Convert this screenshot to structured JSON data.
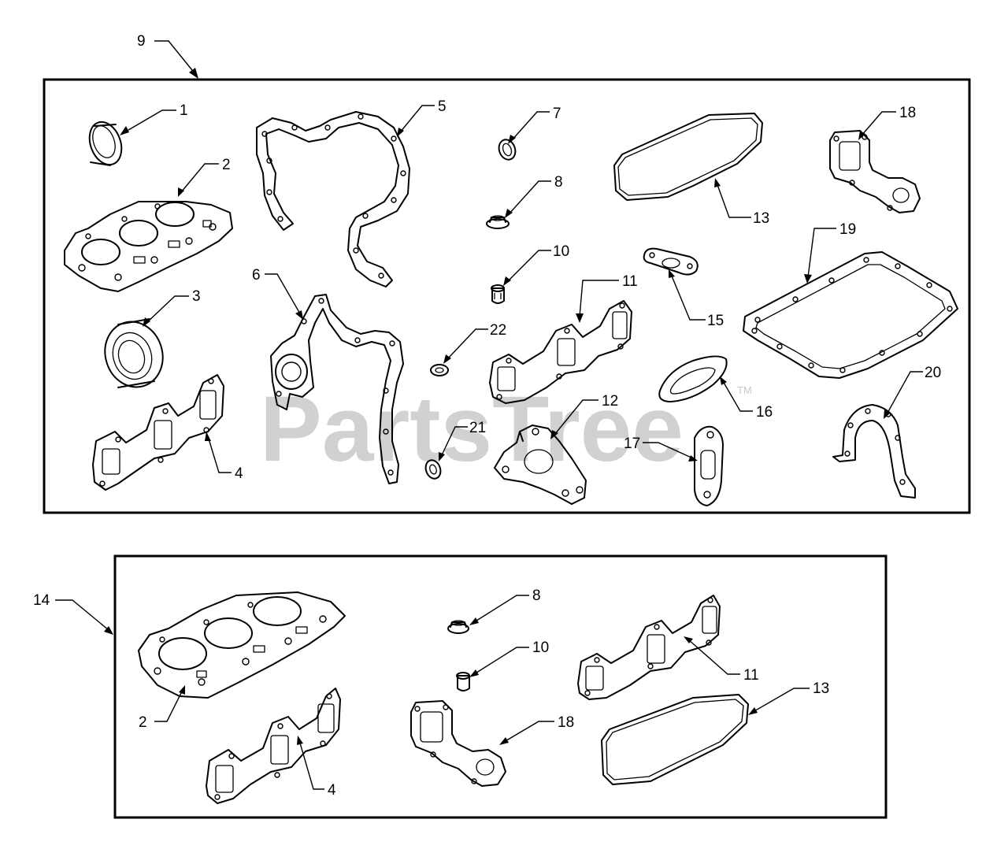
{
  "watermark": {
    "text": "PartsTree",
    "trademark": "TM"
  },
  "callouts": {
    "c9": "9",
    "c1": "1",
    "c2": "2",
    "c3": "3",
    "c4": "4",
    "c5": "5",
    "c6": "6",
    "c7": "7",
    "c8": "8",
    "c10": "10",
    "c11": "11",
    "c12": "12",
    "c13": "13",
    "c15": "15",
    "c16": "16",
    "c17": "17",
    "c18": "18",
    "c19": "19",
    "c20": "20",
    "c21": "21",
    "c22": "22",
    "k14": "14",
    "k2": "2",
    "k4": "4",
    "k8": "8",
    "k10": "10",
    "k11": "11",
    "k13": "13",
    "k18": "18"
  }
}
